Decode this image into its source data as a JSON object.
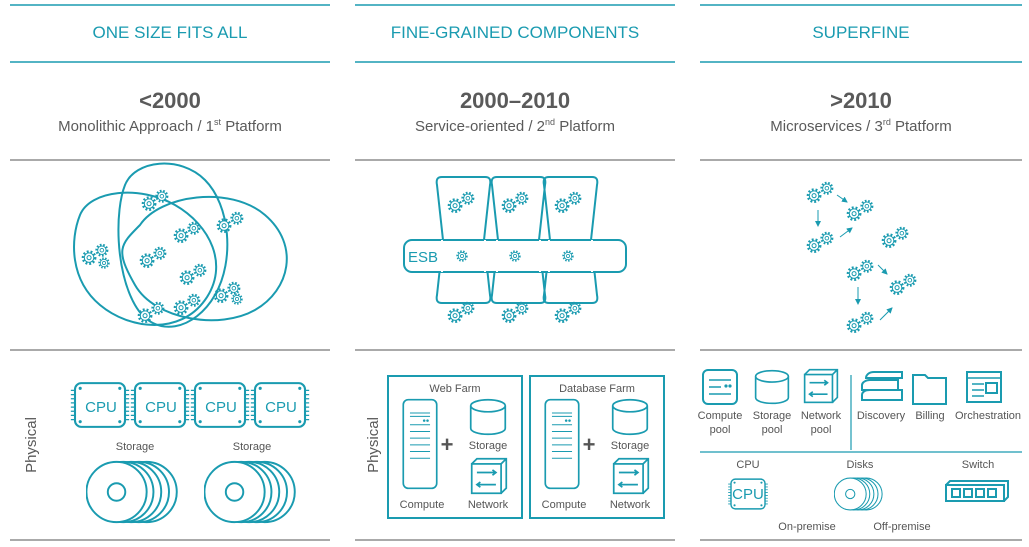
{
  "colors": {
    "accent": "#1a9bb0",
    "text": "#5a5a5a"
  },
  "columns": [
    {
      "heading": "ONE SIZE FITS ALL",
      "era": "<2000",
      "subtitle": "Monolithic Approach / 1",
      "sup": "st",
      "subtitle_end": " Ptatform"
    },
    {
      "heading": "FINE-GRAINED COMPONENTS",
      "era": "2000–2010",
      "subtitle": "Service-oriented / 2",
      "sup": "nd",
      "subtitle_end": " Platform"
    },
    {
      "heading": "SUPERFINE",
      "era": ">2010",
      "subtitle": "Microservices / 3",
      "sup": "rd",
      "subtitle_end": " Ptatform"
    }
  ],
  "soa": {
    "esb_label": "ESB"
  },
  "physical_label": "Physical",
  "monolithic_physical": {
    "cpu_label": "CPU",
    "storage_label": "Storage"
  },
  "soa_physical": {
    "farms": [
      {
        "title": "Web Farm",
        "compute": "Compute",
        "storage": "Storage",
        "network": "Network"
      },
      {
        "title": "Database Farm",
        "compute": "Compute",
        "storage": "Storage",
        "network": "Network"
      }
    ]
  },
  "micro_physical": {
    "pools": [
      {
        "line1": "Compute",
        "line2": "pool"
      },
      {
        "line1": "Storage",
        "line2": "pool"
      },
      {
        "line1": "Network",
        "line2": "pool"
      }
    ],
    "services": [
      "Discovery",
      "Billing",
      "Orchestration"
    ],
    "hardware": {
      "cpu": "CPU",
      "disks": "Disks",
      "switch": "Switch",
      "cpu_chip": "CPU"
    },
    "on_premise": "On-premise",
    "off_premise": "Off-premise"
  }
}
